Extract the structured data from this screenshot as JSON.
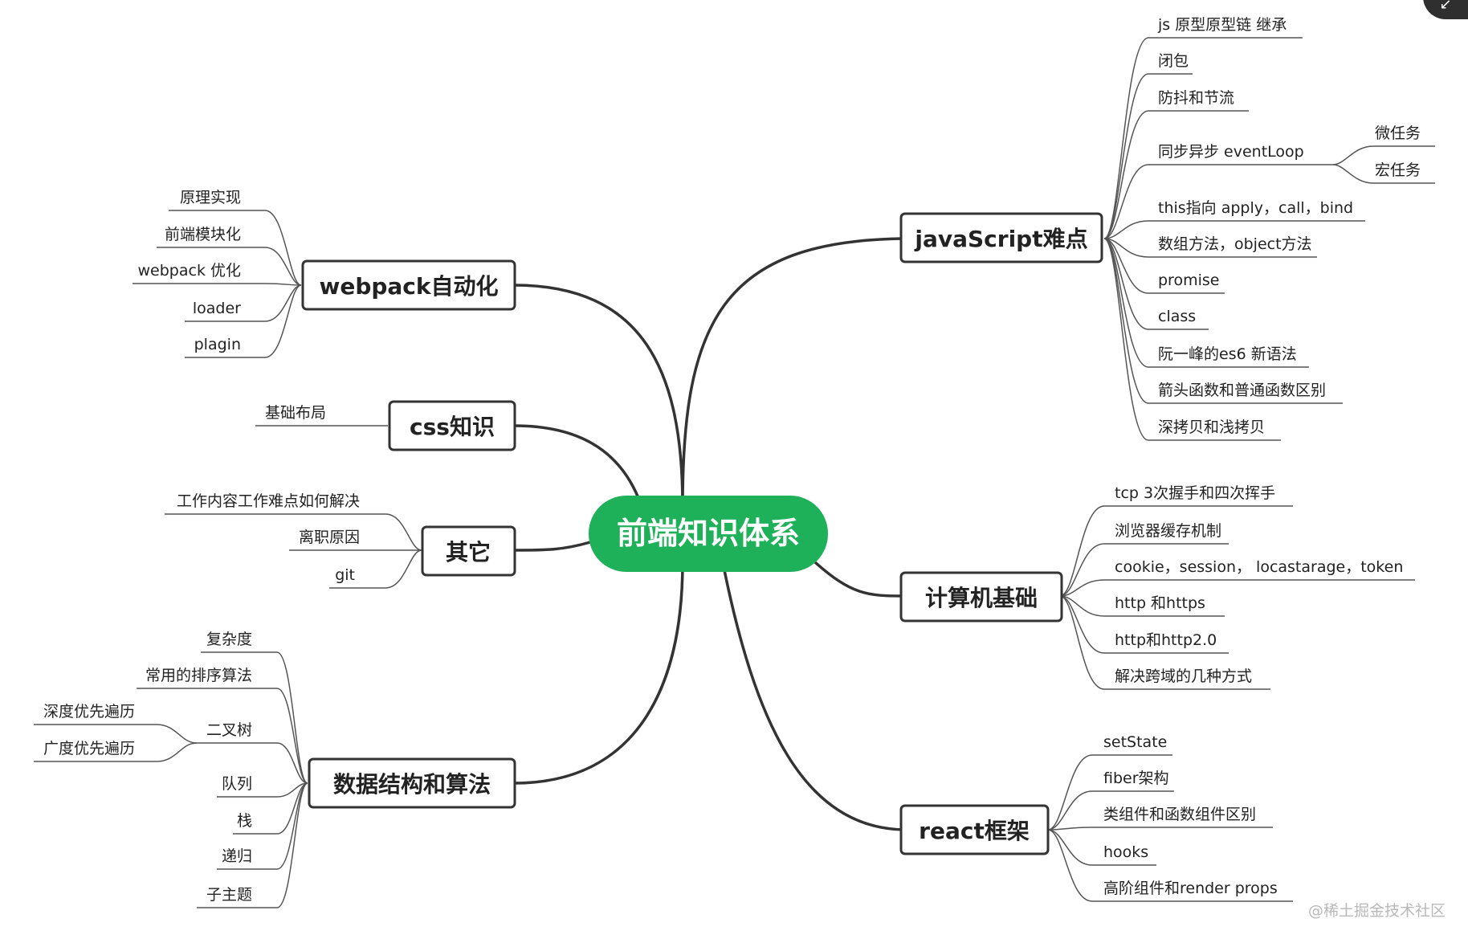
{
  "root": {
    "label": "前端知识体系",
    "color": "#1fb05a"
  },
  "branches": {
    "javascript": {
      "label": "javaScript难点",
      "children": [
        "js 原型原型链 继承",
        "闭包",
        "防抖和节流",
        "同步异步 eventLoop",
        "this指向 apply，call，bind",
        "数组方法，object方法",
        "promise",
        "class",
        "阮一峰的es6 新语法",
        "箭头函数和普通函数区别",
        "深拷贝和浅拷贝"
      ],
      "eventloop_children": [
        "微任务",
        "宏任务"
      ]
    },
    "computer": {
      "label": "计算机基础",
      "children": [
        "tcp 3次握手和四次挥手",
        "浏览器缓存机制",
        "cookie，session， locastarage，token",
        "http 和https",
        "http和http2.0",
        "解决跨域的几种方式"
      ]
    },
    "react": {
      "label": "react框架",
      "children": [
        "setState",
        "fiber架构",
        "类组件和函数组件区别",
        "hooks",
        "高阶组件和render props"
      ]
    },
    "webpack": {
      "label": "webpack自动化",
      "children": [
        "原理实现",
        "前端模块化",
        "webpack 优化",
        "loader",
        "plagin"
      ]
    },
    "css": {
      "label": "css知识",
      "children": [
        "基础布局"
      ]
    },
    "other": {
      "label": "其它",
      "children": [
        "工作内容工作难点如何解决",
        "离职原因",
        "git"
      ]
    },
    "algo": {
      "label": "数据结构和算法",
      "children": [
        "复杂度",
        "常用的排序算法",
        "二叉树",
        "队列",
        "栈",
        "递归",
        "子主题"
      ],
      "tree_children": [
        "深度优先遍历",
        "广度优先遍历"
      ]
    }
  },
  "watermark": "@稀土掘金技术社区",
  "corner_icon": "collapse-arrow-icon",
  "line_color": "#333333"
}
